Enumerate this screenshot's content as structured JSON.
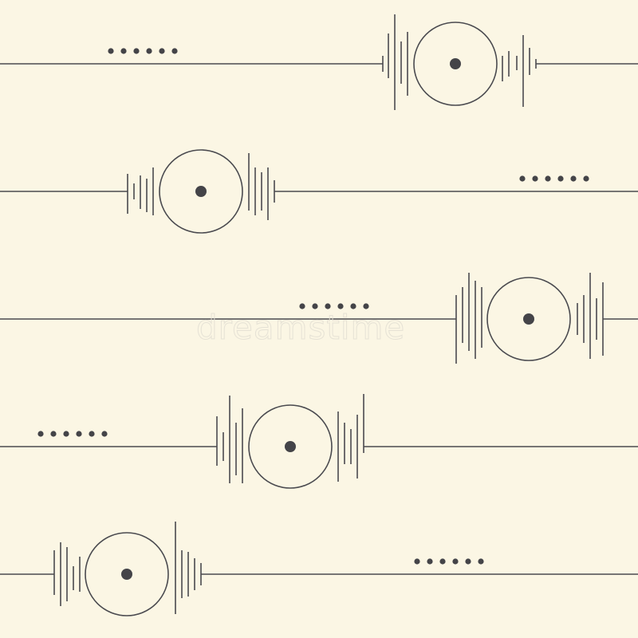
{
  "colors": {
    "background": "#fbf6e4",
    "ink": "#4a4a4f",
    "dot": "#444448",
    "watermark": "#e4e0d4"
  },
  "watermark_text": "dreamstime",
  "pattern": {
    "rows": [
      {
        "dot_count": 6,
        "has_circle": true,
        "has_center_dot": true
      },
      {
        "dot_count": 6,
        "has_circle": true,
        "has_center_dot": true
      },
      {
        "dot_count": 6,
        "has_circle": true,
        "has_center_dot": true
      },
      {
        "dot_count": 6,
        "has_circle": true,
        "has_center_dot": true
      },
      {
        "dot_count": 6,
        "has_circle": true,
        "has_center_dot": true
      }
    ]
  }
}
